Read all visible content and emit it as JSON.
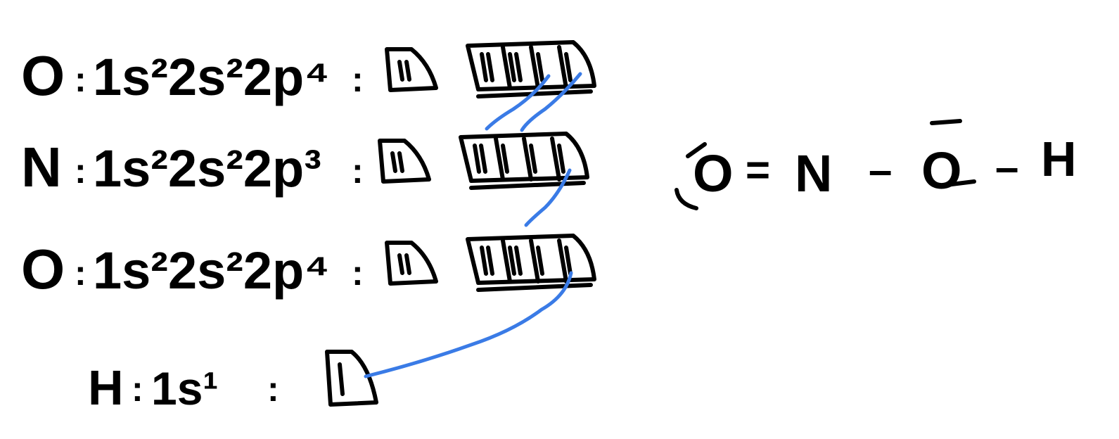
{
  "atoms": [
    {
      "symbol": "O",
      "config": "1s²2s²2p⁴",
      "orbitals": [
        [
          2
        ],
        [
          2,
          2,
          1,
          1
        ]
      ]
    },
    {
      "symbol": "N",
      "config": "1s²2s²2p³",
      "orbitals": [
        [
          2
        ],
        [
          2,
          1,
          1,
          1
        ]
      ]
    },
    {
      "symbol": "O",
      "config": "1s²2s²2p⁴",
      "orbitals": [
        [
          2
        ],
        [
          2,
          2,
          1,
          1
        ]
      ]
    },
    {
      "symbol": "H",
      "config": "1s¹",
      "orbitals": [
        [
          1
        ]
      ]
    }
  ],
  "separator": ":",
  "structure": {
    "atoms": [
      "O",
      "N",
      "O",
      "H"
    ],
    "bonds": [
      "=",
      "–",
      "–"
    ]
  },
  "colors": {
    "ink": "#000000",
    "bond": "#3a7be6"
  }
}
